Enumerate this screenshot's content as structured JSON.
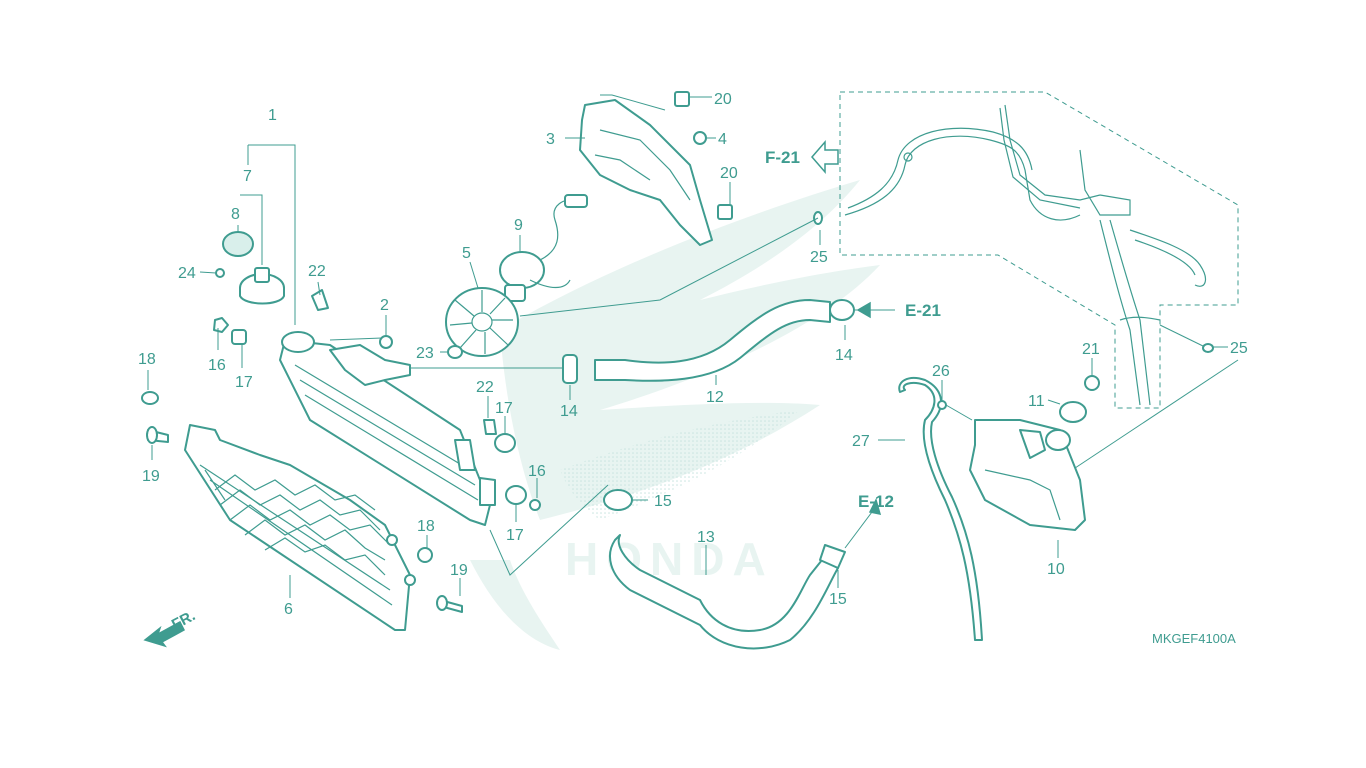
{
  "diagram_code": "MKGEF4100A",
  "front_label": "FR.",
  "callouts": [
    {
      "id": "c1",
      "text": "1"
    },
    {
      "id": "c2",
      "text": "2"
    },
    {
      "id": "c3",
      "text": "3"
    },
    {
      "id": "c4",
      "text": "4"
    },
    {
      "id": "c5",
      "text": "5"
    },
    {
      "id": "c6",
      "text": "6"
    },
    {
      "id": "c7",
      "text": "7"
    },
    {
      "id": "c8",
      "text": "8"
    },
    {
      "id": "c9",
      "text": "9"
    },
    {
      "id": "c10",
      "text": "10"
    },
    {
      "id": "c11",
      "text": "11"
    },
    {
      "id": "c12",
      "text": "12"
    },
    {
      "id": "c13",
      "text": "13"
    },
    {
      "id": "c14a",
      "text": "14"
    },
    {
      "id": "c14b",
      "text": "14"
    },
    {
      "id": "c15a",
      "text": "15"
    },
    {
      "id": "c15b",
      "text": "15"
    },
    {
      "id": "c16a",
      "text": "16"
    },
    {
      "id": "c16b",
      "text": "16"
    },
    {
      "id": "c17a",
      "text": "17"
    },
    {
      "id": "c17b",
      "text": "17"
    },
    {
      "id": "c17c",
      "text": "17"
    },
    {
      "id": "c18a",
      "text": "18"
    },
    {
      "id": "c18b",
      "text": "18"
    },
    {
      "id": "c19a",
      "text": "19"
    },
    {
      "id": "c19b",
      "text": "19"
    },
    {
      "id": "c20a",
      "text": "20"
    },
    {
      "id": "c20b",
      "text": "20"
    },
    {
      "id": "c21",
      "text": "21"
    },
    {
      "id": "c22a",
      "text": "22"
    },
    {
      "id": "c22b",
      "text": "22"
    },
    {
      "id": "c23",
      "text": "23"
    },
    {
      "id": "c24",
      "text": "24"
    },
    {
      "id": "c25a",
      "text": "25"
    },
    {
      "id": "c25b",
      "text": "25"
    },
    {
      "id": "c26",
      "text": "26"
    },
    {
      "id": "c27",
      "text": "27"
    }
  ],
  "references": {
    "f21": "F-21",
    "e21": "E-21",
    "e12": "E-12"
  },
  "colors": {
    "line": "#3f9c90",
    "watermark": "#e8f4f1"
  }
}
